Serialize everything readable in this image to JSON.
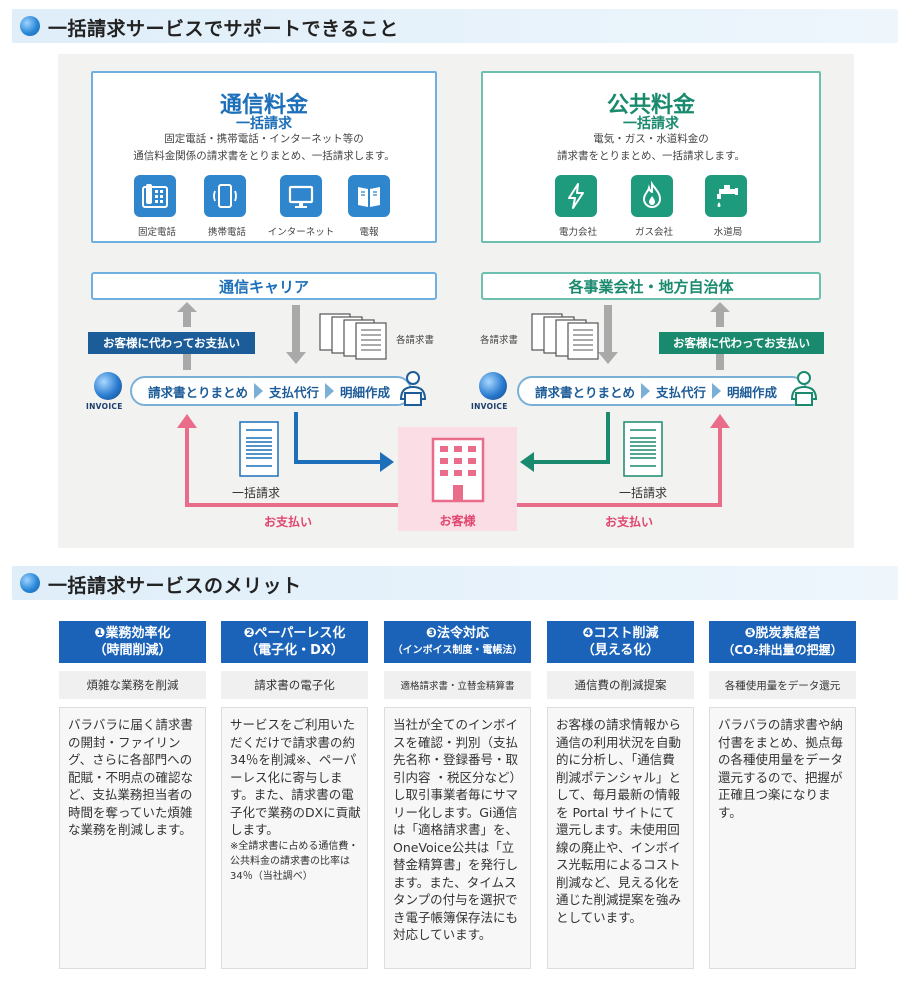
{
  "section1": {
    "title": "一括請求サービスでサポートできること"
  },
  "section2": {
    "title": "一括請求サービスのメリット"
  },
  "telecom": {
    "title": "通信料金",
    "subtitle": "一括請求",
    "desc_line1": "固定電話・携帯電話・インターネット等の",
    "desc_line2": "通信料金関係の請求書をとりまとめ、一括請求します。",
    "icons": [
      {
        "label": "固定電話",
        "icon": "landline-phone-icon"
      },
      {
        "label": "携帯電話",
        "icon": "mobile-phone-icon"
      },
      {
        "label": "インターネット",
        "icon": "monitor-icon"
      },
      {
        "label": "電報",
        "icon": "telegram-card-icon"
      }
    ],
    "bar": "通信キャリア",
    "pay_label": "お客様に代わってお支払い",
    "flow": [
      "請求書とりまとめ",
      "支払代行",
      "明細作成"
    ],
    "docs_label": "各請求書",
    "invoice_label": "一括請求",
    "payment_label": "お支払い",
    "color": "#1c6fb8"
  },
  "utility": {
    "title": "公共料金",
    "subtitle": "一括請求",
    "desc_line1": "電気・ガス・水道料金の",
    "desc_line2": "請求書をとりまとめ、一括請求します。",
    "icons": [
      {
        "label": "電力会社",
        "icon": "lightning-icon"
      },
      {
        "label": "ガス会社",
        "icon": "flame-icon"
      },
      {
        "label": "水道局",
        "icon": "faucet-icon"
      }
    ],
    "bar": "各事業会社・地方自治体",
    "pay_label": "お客様に代わってお支払い",
    "flow": [
      "請求書とりまとめ",
      "支払代行",
      "明細作成"
    ],
    "docs_label": "各請求書",
    "invoice_label": "一括請求",
    "payment_label": "お支払い",
    "color": "#1a8a6e"
  },
  "invoice_logo": "INVOICE",
  "customer_label": "お客様",
  "merits": [
    {
      "head1": "❶業務効率化",
      "head2": "（時間削減）",
      "sub": "煩雑な業務を削減",
      "body": "バラバラに届く請求書の開封・ファイリング、さらに各部門への配賦・不明点の確認など、支払業務担当者の時間を奪っていた煩雑な業務を削減します。",
      "note": ""
    },
    {
      "head1": "❷ペーパーレス化",
      "head2": "（電子化・DX）",
      "sub": "請求書の電子化",
      "body": "サービスをご利用いただくだけで請求書の約34％を削減※、ペーパーレス化に寄与します。また、請求書の電子化で業務のDXに貢献します。",
      "note": "※全請求書に占める通信費・公共料金の請求書の比率は34％（当社調べ）"
    },
    {
      "head1": "❸法令対応",
      "head2": "（インボイス制度・電帳法）",
      "sub": "適格請求書・立替金精算書",
      "body": "当社が全てのインボイスを確認・判別（支払先名称・登録番号・取引内容 ・税区分など）し取引事業者毎にサマリー化します。Gi通信は「適格請求書」を、OneVoice公共は「立替金精算書」を発行します。また、タイムスタンプの付与を選択でき電子帳簿保存法にも対応しています。",
      "note": ""
    },
    {
      "head1": "❹コスト削減",
      "head2": "（見える化）",
      "sub": "通信費の削減提案",
      "body": "お客様の請求情報から通信の利用状況を自動的に分析し、「通信費削減ポテンシャル」として、毎月最新の情報を Portal サイトにて還元します。未使用回線の廃止や、インボイス光転用によるコスト削減など、見える化を通じた削減提案を強みとしています。",
      "note": ""
    },
    {
      "head1": "❺脱炭素経営",
      "head2": "（CO₂排出量の把握）",
      "sub": "各種使用量をデータ還元",
      "body": "バラバラの請求書や納付書をまとめ、拠点毎の各種使用量をデータ還元するので、把握が正確且つ楽になります。",
      "note": ""
    }
  ]
}
